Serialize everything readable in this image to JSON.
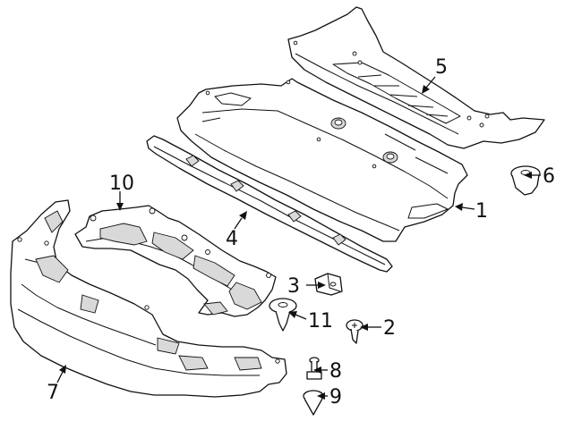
{
  "colors": {
    "line": "#111111",
    "fill": "#ffffff",
    "shade": "#d9d9d9"
  },
  "callouts": {
    "c1": "1",
    "c2": "2",
    "c3": "3",
    "c4": "4",
    "c5": "5",
    "c6": "6",
    "c7": "7",
    "c8": "8",
    "c9": "9",
    "c10": "10",
    "c11": "11"
  }
}
